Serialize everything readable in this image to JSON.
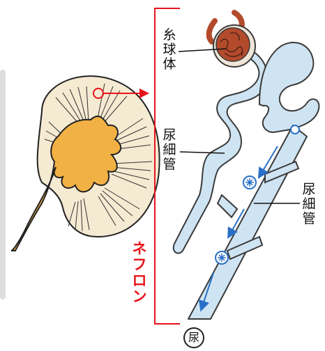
{
  "labels": {
    "glomerulus": "糸\n球\n体",
    "tubule": "尿\n細\n管",
    "collecting": "尿\n細\n管",
    "nephron": "ネ\nフ\nロ\nン",
    "urine": "尿"
  },
  "colors": {
    "accent_red": "#e8141c",
    "tubule_fill": "#cfe4f3",
    "tubule_outline": "#3a3a3a",
    "flow_arrow": "#2a70c8",
    "kidney_cortex": "#f5ead2",
    "kidney_pelvis": "#f2b144",
    "glomerulus_fill": "#b34a2c"
  }
}
